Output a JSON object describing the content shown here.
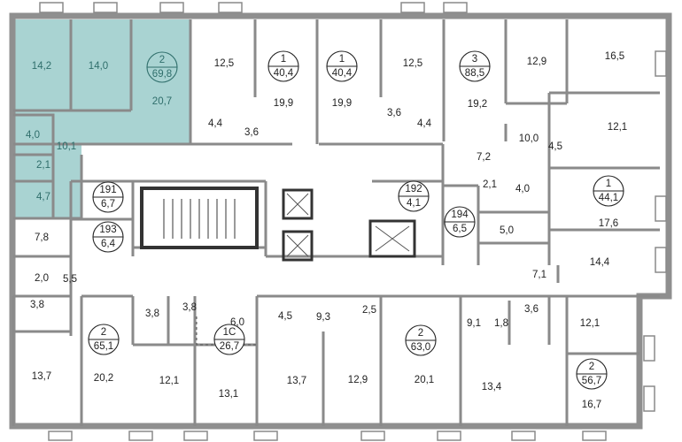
{
  "colors": {
    "selected_apartment": "#a9d3d2",
    "wall": "#8a8a8a",
    "text": "#222222"
  },
  "apartments": [
    {
      "rooms": "2",
      "area": "69,8"
    },
    {
      "rooms": "1",
      "area": "40,4"
    },
    {
      "rooms": "1",
      "area": "40,4"
    },
    {
      "rooms": "3",
      "area": "88,5"
    },
    {
      "rooms": "1",
      "area": "44,1"
    },
    {
      "rooms": "2",
      "area": "65,1"
    },
    {
      "rooms": "1С",
      "area": "26,7"
    },
    {
      "rooms": "2",
      "area": "63,0"
    },
    {
      "rooms": "2",
      "area": "56,7"
    }
  ],
  "storage_units": [
    {
      "number": "191",
      "area": "6,7"
    },
    {
      "number": "192",
      "area": "4,1"
    },
    {
      "number": "193",
      "area": "6,4"
    },
    {
      "number": "194",
      "area": "6,5"
    }
  ],
  "rooms": [
    "14,2",
    "14,0",
    "20,7",
    "4,0",
    "10,1",
    "2,1",
    "4,7",
    "12,5",
    "19,9",
    "4,4",
    "3,6",
    "19,9",
    "12,5",
    "3,6",
    "4,4",
    "19,2",
    "12,9",
    "16,5",
    "10,0",
    "4,5",
    "12,1",
    "7,2",
    "2,1",
    "4,0",
    "17,6",
    "5,0",
    "7,8",
    "2,0",
    "5,5",
    "3,8",
    "14,4",
    "7,1",
    "3,8",
    "3,8",
    "6,0",
    "4,5",
    "9,3",
    "2,5",
    "9,1",
    "3,6",
    "1,8",
    "12,1",
    "13,7",
    "20,2",
    "12,1",
    "13,1",
    "13,7",
    "12,9",
    "20,1",
    "13,4",
    "16,7"
  ]
}
